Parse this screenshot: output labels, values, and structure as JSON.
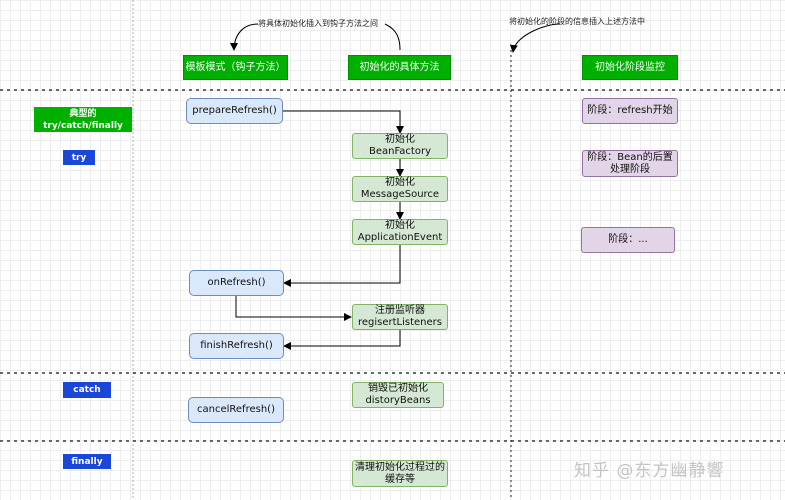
{
  "notes": {
    "hook_insert": "将具体初始化插入到钩子方法之间",
    "monitor_insert": "将初始化的阶段的信息插入上述方法中"
  },
  "headers": {
    "template": "模板模式（钩子方法）",
    "concrete": "初始化的具体方法",
    "monitor": "初始化阶段监控"
  },
  "sections": {
    "typical": "典型的try/catch/finally",
    "try": "try",
    "catch": "catch",
    "finally": "finally"
  },
  "hooks": {
    "prepare": "prepareRefresh()",
    "onrefresh": "onRefresh()",
    "finish": "finishRefresh()",
    "cancel": "cancelRefresh()"
  },
  "steps": {
    "bf": [
      "初始化",
      "BeanFactory"
    ],
    "ms": [
      "初始化",
      "MessageSource"
    ],
    "ae": [
      "初始化",
      "ApplicationEvent"
    ],
    "rl": [
      "注册监听器",
      "regisertListeners"
    ],
    "db": [
      "销毁已初始化",
      "distoryBeans"
    ],
    "cache": [
      "清理初始化过程过的",
      "缓存等"
    ]
  },
  "monitor": {
    "start": "阶段：refresh开始",
    "post": [
      "阶段：Bean的后置",
      "处理阶段"
    ],
    "etc": "阶段：..."
  },
  "watermark": "知乎 @东方幽静響"
}
